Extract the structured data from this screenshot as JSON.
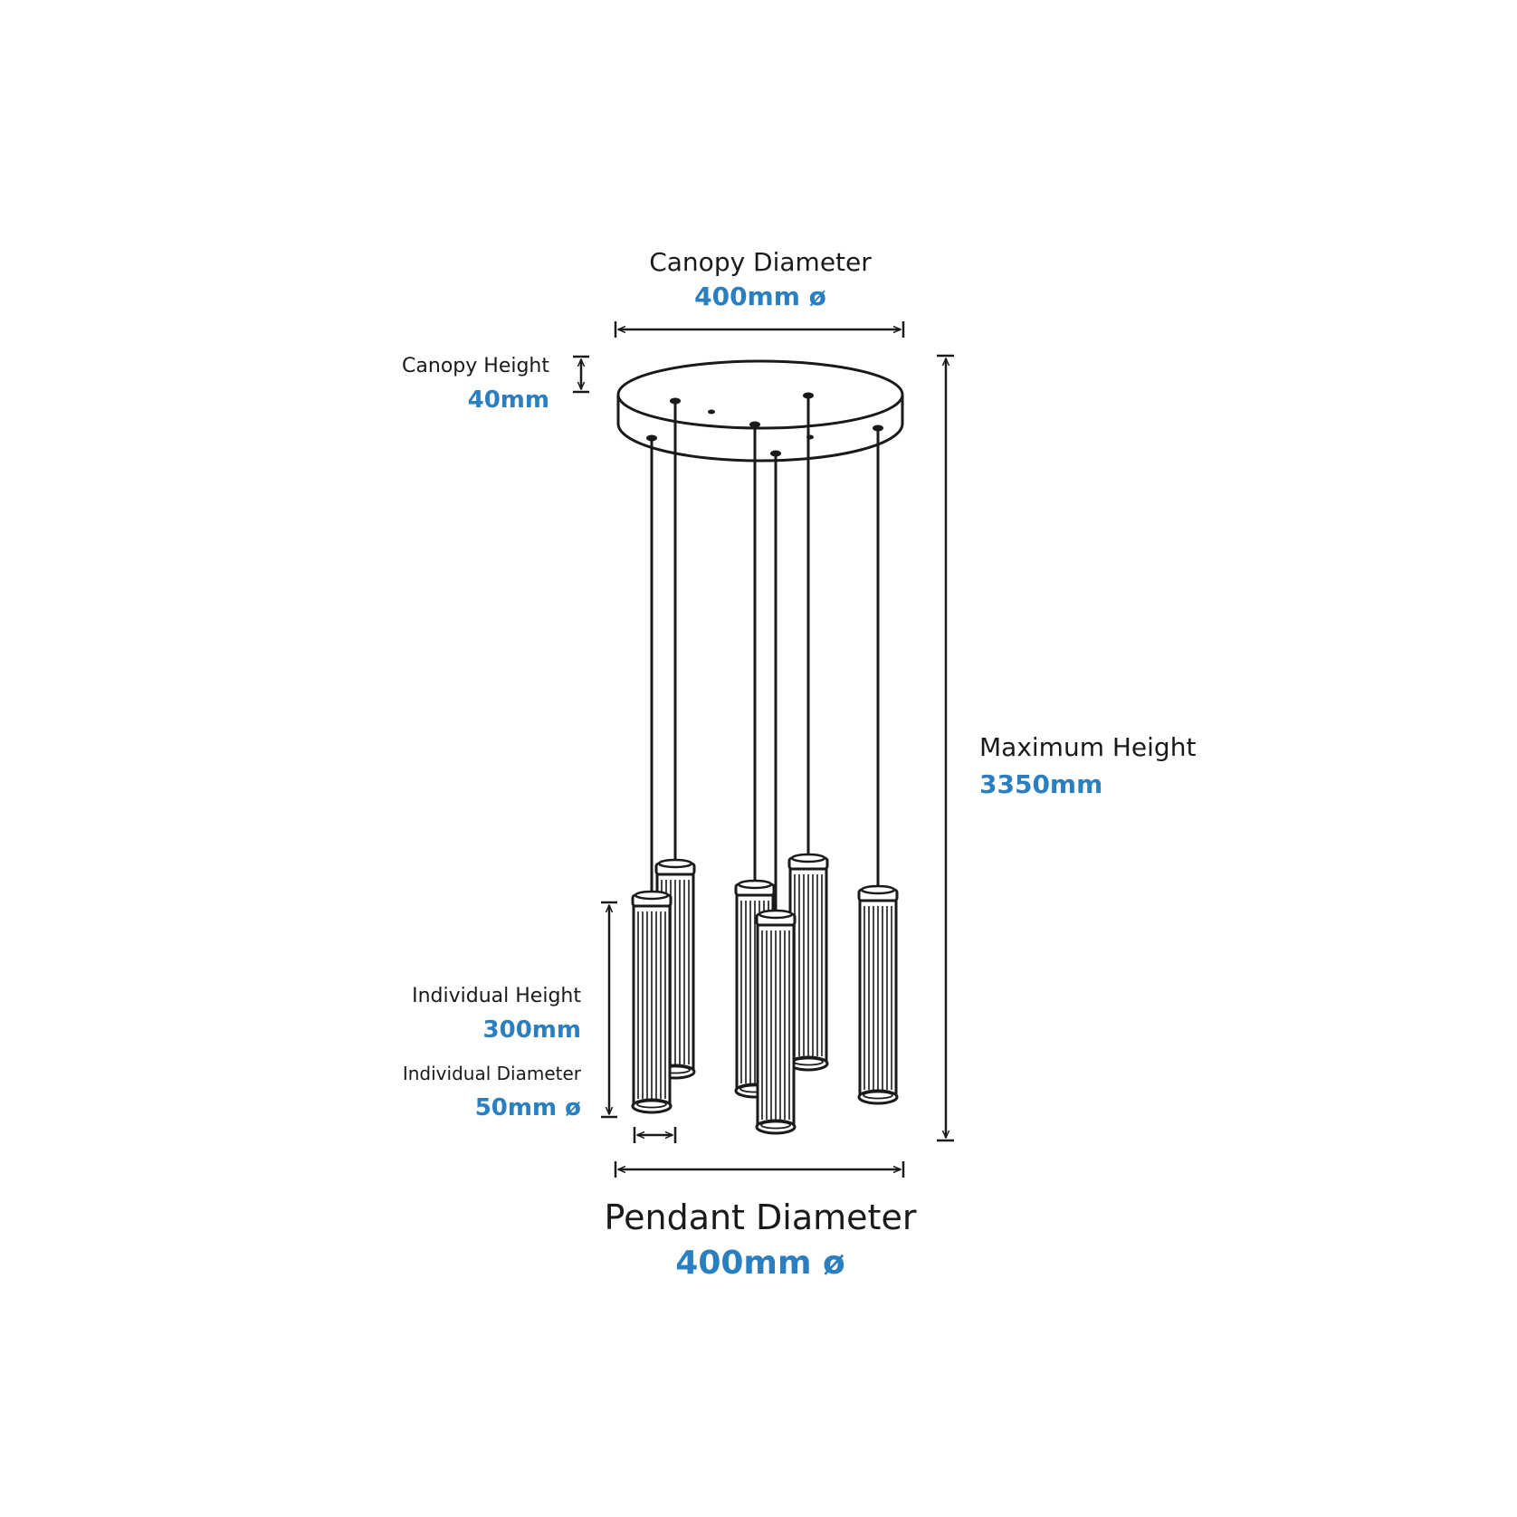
{
  "colors": {
    "line": "#1a1a1a",
    "accent": "#2a7fc0",
    "background": "#ffffff"
  },
  "labels": {
    "canopy_diameter": {
      "name": "Canopy Diameter",
      "value": "400mm ø"
    },
    "canopy_height": {
      "name": "Canopy Height",
      "value": "40mm"
    },
    "maximum_height": {
      "name": "Maximum Height",
      "value": "3350mm"
    },
    "individual_height": {
      "name": "Individual Height",
      "value": "300mm"
    },
    "individual_diameter": {
      "name": "Individual Diameter",
      "value": "50mm ø"
    },
    "pendant_diameter": {
      "name": "Pendant Diameter",
      "value": "400mm ø"
    }
  },
  "fixture": {
    "pendant_count": 6,
    "canopy_shape": "round"
  }
}
